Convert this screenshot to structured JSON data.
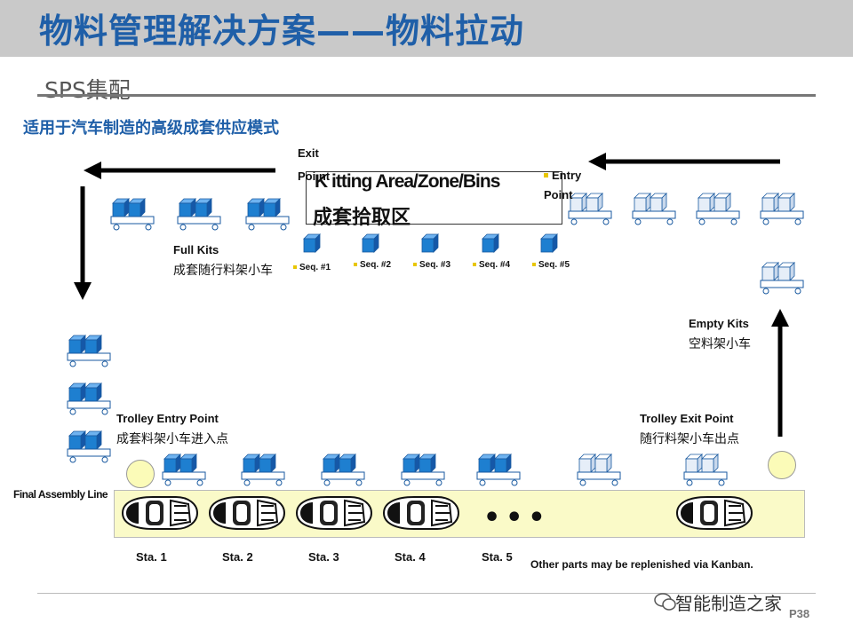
{
  "title": "物料管理解决方案——物料拉动",
  "subtitle": "SPS集配",
  "heading": "适用于汽车制造的高级成套供应模式",
  "kitting_area": {
    "title_en": "K itting Area/Zone/Bins",
    "title_cn": "成套拾取区",
    "exit_label": "Exit\nPoi nt",
    "entry_label": "Entry\nPoint"
  },
  "sequences": [
    "Seq. #1",
    "Seq. #2",
    "Seq. #3",
    "Seq. #4",
    "Seq. #5"
  ],
  "full_kits": {
    "en": "Full Kits",
    "cn": "成套随行料架小车"
  },
  "empty_kits": {
    "en": "Empty Kits",
    "cn": "空料架小车"
  },
  "trolley_entry": {
    "en": "Trolley Entry Point",
    "cn": "成套料架小车进入点"
  },
  "trolley_exit": {
    "en": "Trolley Exit Point",
    "cn": "随行料架小车出点"
  },
  "final_assembly": "Final Assembly Line",
  "stations": [
    "Sta. 1",
    "Sta. 2",
    "Sta. 3",
    "Sta. 4",
    "Sta. 5"
  ],
  "kanban_note": "Other parts may be replenished via Kanban.",
  "ellipsis": "•••",
  "watermark": "智能制造之家",
  "page_number": "P38",
  "colors": {
    "title_blue": "#1f5fa8",
    "box_blue": "#1e7fd0",
    "box_light": "#e6eef8",
    "line_yellow": "#fafac8"
  }
}
